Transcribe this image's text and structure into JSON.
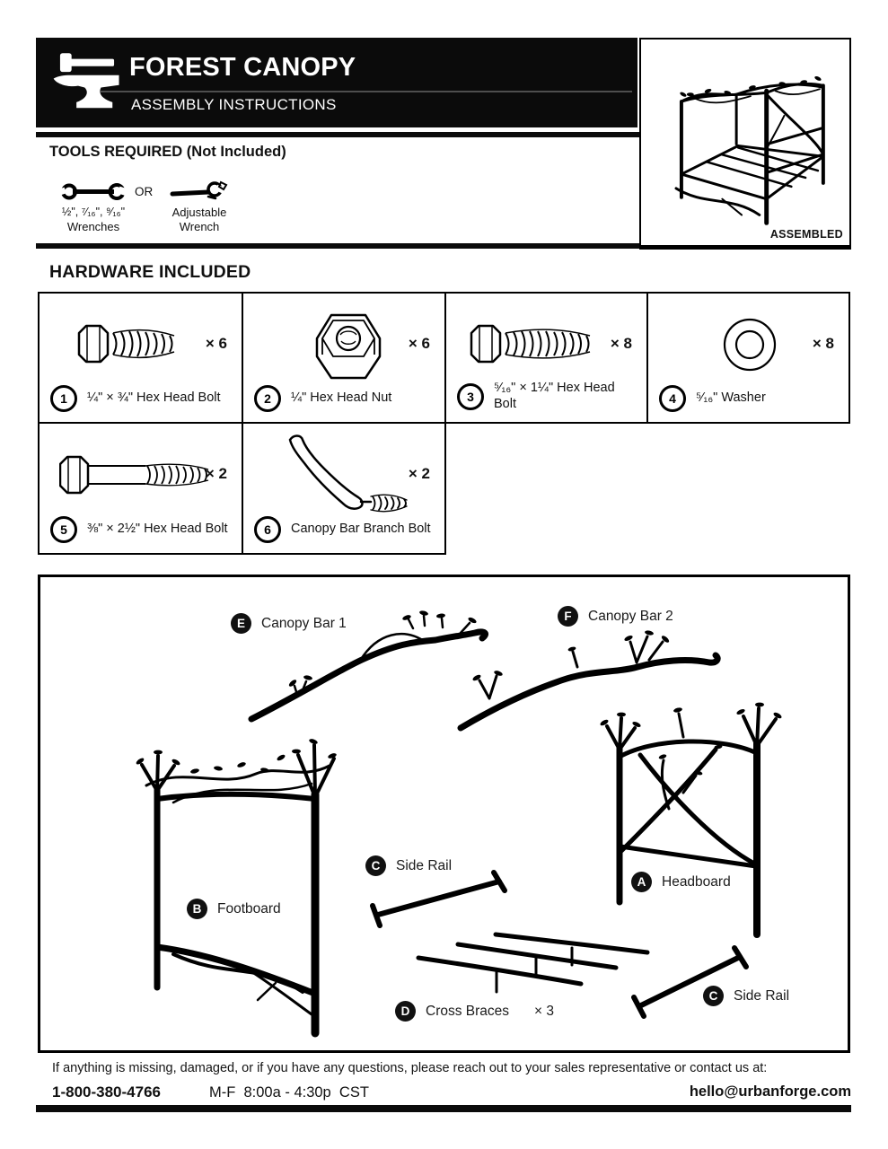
{
  "header": {
    "title": "FOREST CANOPY",
    "subtitle": "ASSEMBLY INSTRUCTIONS",
    "logo_icon": "anvil-hammer-icon",
    "assembled_label": "ASSEMBLED"
  },
  "tools": {
    "heading": "TOOLS REQUIRED (Not Included)",
    "or_label": "OR",
    "wrench_icons": [
      "open-end-wrench-icon",
      "adjustable-wrench-icon"
    ],
    "wrenches_sizes": "½\", ⁷⁄₁₆\", ⁹⁄₁₆\"",
    "wrenches_label": "Wrenches",
    "adjustable_line1": "Adjustable",
    "adjustable_line2": "Wrench"
  },
  "hardware": {
    "heading": "HARDWARE INCLUDED",
    "items": [
      {
        "number": "1",
        "label": "¼\" × ¾\" Hex Head Bolt",
        "qty": "× 6",
        "icon": "hex-head-bolt-icon"
      },
      {
        "number": "2",
        "label": "¼\" Hex Head Nut",
        "qty": "× 6",
        "icon": "hex-nut-icon"
      },
      {
        "number": "3",
        "label": "⁵⁄₁₆\" × 1¼\" Hex Head Bolt",
        "qty": "× 8",
        "icon": "hex-head-bolt-icon"
      },
      {
        "number": "4",
        "label": "⁵⁄₁₆\" Washer",
        "qty": "× 8",
        "icon": "washer-icon"
      },
      {
        "number": "5",
        "label": "⅜\" × 2½\" Hex Head Bolt",
        "qty": "× 2",
        "icon": "long-hex-bolt-icon"
      },
      {
        "number": "6",
        "label": "Canopy Bar Branch Bolt",
        "qty": "× 2",
        "icon": "branch-bolt-icon"
      }
    ]
  },
  "diagram": {
    "parts": [
      {
        "letter": "E",
        "label": "Canopy Bar 1"
      },
      {
        "letter": "F",
        "label": "Canopy Bar 2"
      },
      {
        "letter": "B",
        "label": "Footboard"
      },
      {
        "letter": "C",
        "label": "Side Rail"
      },
      {
        "letter": "A",
        "label": "Headboard"
      },
      {
        "letter": "D",
        "label": "Cross Braces",
        "qty": "× 3"
      },
      {
        "letter": "C",
        "label": "Side Rail"
      }
    ]
  },
  "footer": {
    "message": "If anything is missing, damaged, or if you have any questions, please reach out to your sales representative or contact us at:",
    "phone": "1-800-380-4766",
    "hours": "M-F  8:00a - 4:30p  CST",
    "email": "hello@urbanforge.com"
  },
  "colors": {
    "ink": "#000000",
    "paper": "#ffffff"
  }
}
